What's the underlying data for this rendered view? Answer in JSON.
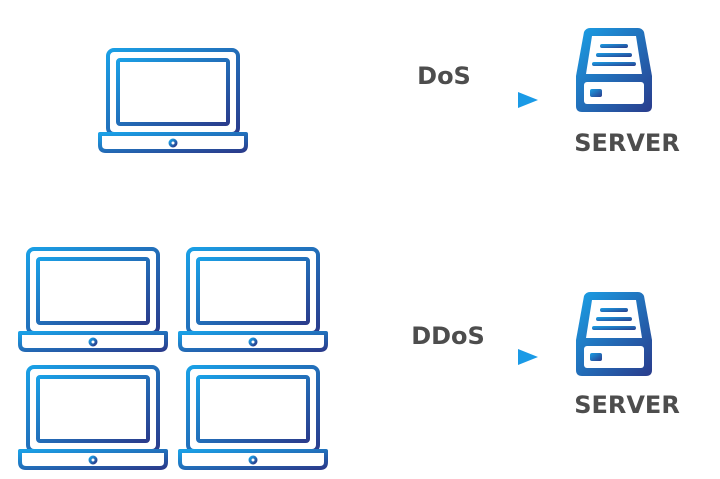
{
  "diagram": {
    "rows": [
      {
        "attack_label": "DoS",
        "server_label": "SERVER",
        "attacker_count": 1
      },
      {
        "attack_label": "DDoS",
        "server_label": "SERVER",
        "attacker_count": 4
      }
    ],
    "colors": {
      "gradient_start": "#1aa0e6",
      "gradient_end": "#2a3c8c",
      "arrow": "#1f8fdc",
      "text": "#4d4d4d"
    },
    "icons": {
      "attacker": "laptop-icon",
      "target": "server-icon",
      "flow": "arrow-right-icon"
    }
  }
}
